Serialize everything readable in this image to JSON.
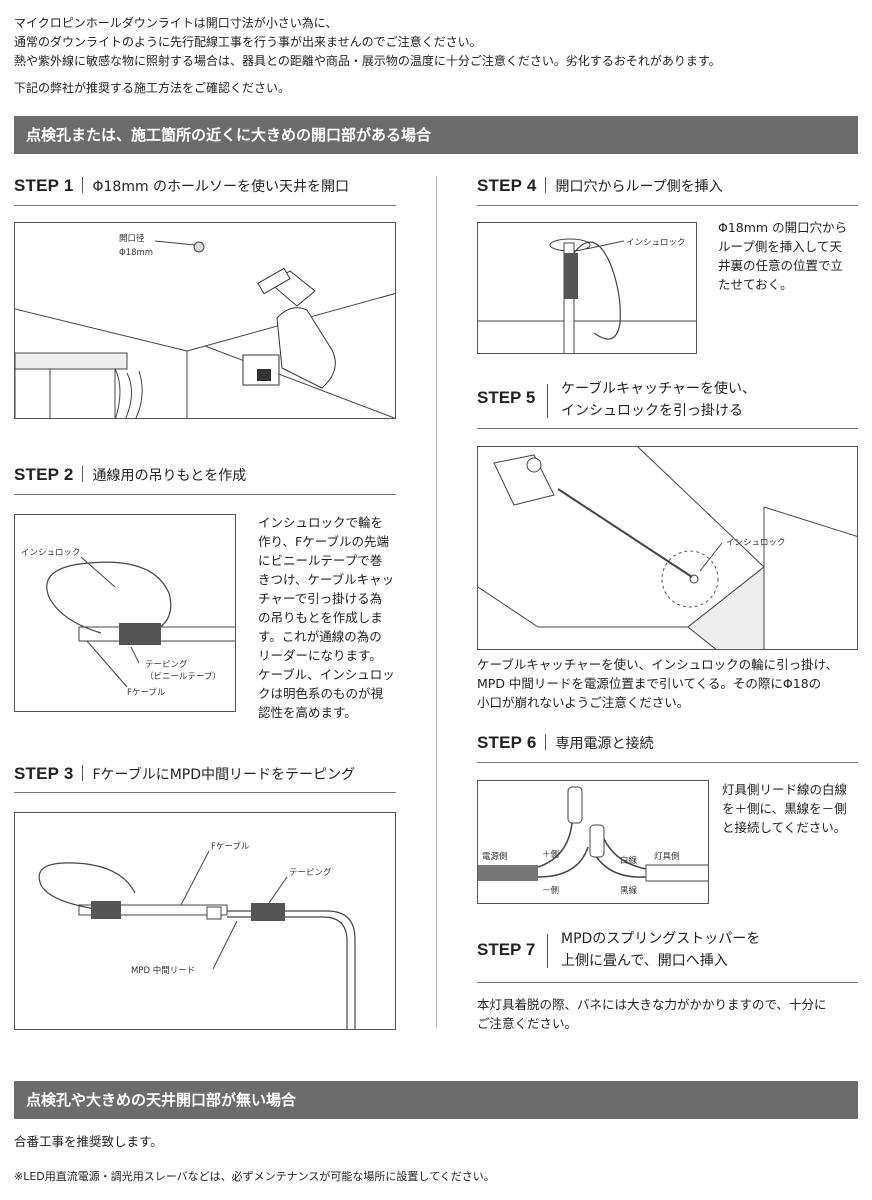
{
  "intro": {
    "line1": "マイクロピンホールダウンライトは開口寸法が小さい為に、",
    "line2": "通常のダウンライトのように先行配線工事を行う事が出来ませんのでご注意ください。",
    "line3": "熱や紫外線に敏感な物に照射する場合は、器具との距離や商品・展示物の温度に十分ご注意ください。劣化するおそれがあります。",
    "line4": "下記の弊社が推奨する施工方法をご確認ください。"
  },
  "section1": {
    "title": "点検孔または、施工箇所の近くに大きめの開口部がある場合"
  },
  "steps": {
    "s1": {
      "num": "STEP 1",
      "title": "Φ18mm のホールソーを使い天井を開口",
      "label_hole": "開口径",
      "label_dia": "Φ18mm"
    },
    "s2": {
      "num": "STEP 2",
      "title": "通線用の吊りもとを作成",
      "label_tie": "インシュロック",
      "label_tape": "テーピング",
      "label_tape2": "（ビニールテープ）",
      "label_cable": "Fケーブル",
      "body": [
        "インシュロックで輪を",
        "作り、Fケーブルの先端",
        "にビニールテープで巻",
        "きつけ、ケーブルキャッ",
        "チャーで引っ掛ける為",
        "の吊りもとを作成しま",
        "す。これが通線の為の",
        "リーダーになります。",
        "ケーブル、インシュロッ",
        "クは明色系のものが視",
        "認性を高めます。"
      ]
    },
    "s3": {
      "num": "STEP 3",
      "title": "FケーブルにMPD中間リードをテーピング",
      "label_cable": "Fケーブル",
      "label_tape": "テーピング",
      "label_lead": "MPD 中間リード"
    },
    "s4": {
      "num": "STEP 4",
      "title": "開口穴からループ側を挿入",
      "label_tie": "インシュロック",
      "body": [
        "Φ18mm の開口穴から",
        "ループ側を挿入して天",
        "井裏の任意の位置で立",
        "たせておく。"
      ]
    },
    "s5": {
      "num": "STEP 5",
      "title1": "ケーブルキャッチャーを使い、",
      "title2": "インシュロックを引っ掛ける",
      "label_tie": "インシュロック",
      "body": [
        "ケーブルキャッチャーを使い、インシュロックの輪に引っ掛け、",
        "MPD 中間リードを電源位置まで引いてくる。その際にΦ18の",
        "小口が崩れないようご注意ください。"
      ]
    },
    "s6": {
      "num": "STEP 6",
      "title": "専用電源と接続",
      "label_power": "電源側",
      "label_plus": "＋側",
      "label_minus": "－側",
      "label_white": "白線",
      "label_black": "黒線",
      "label_fixture": "灯具側",
      "body": [
        "灯具側リード線の白線",
        "を＋側に、黒線を－側",
        "と接続してください。"
      ]
    },
    "s7": {
      "num": "STEP 7",
      "title1": "MPDのスプリングストッパーを",
      "title2": "上側に畳んで、開口へ挿入",
      "body": [
        "本灯具着脱の際、バネには大きな力がかかりますので、十分に",
        "ご注意ください。"
      ]
    }
  },
  "section2": {
    "title": "点検孔や大きめの天井開口部が無い場合",
    "body": "合番工事を推奨致します。"
  },
  "footnote": "※LED用直流電源・調光用スレーバなどは、必ずメンテナンスが可能な場所に設置してください。"
}
